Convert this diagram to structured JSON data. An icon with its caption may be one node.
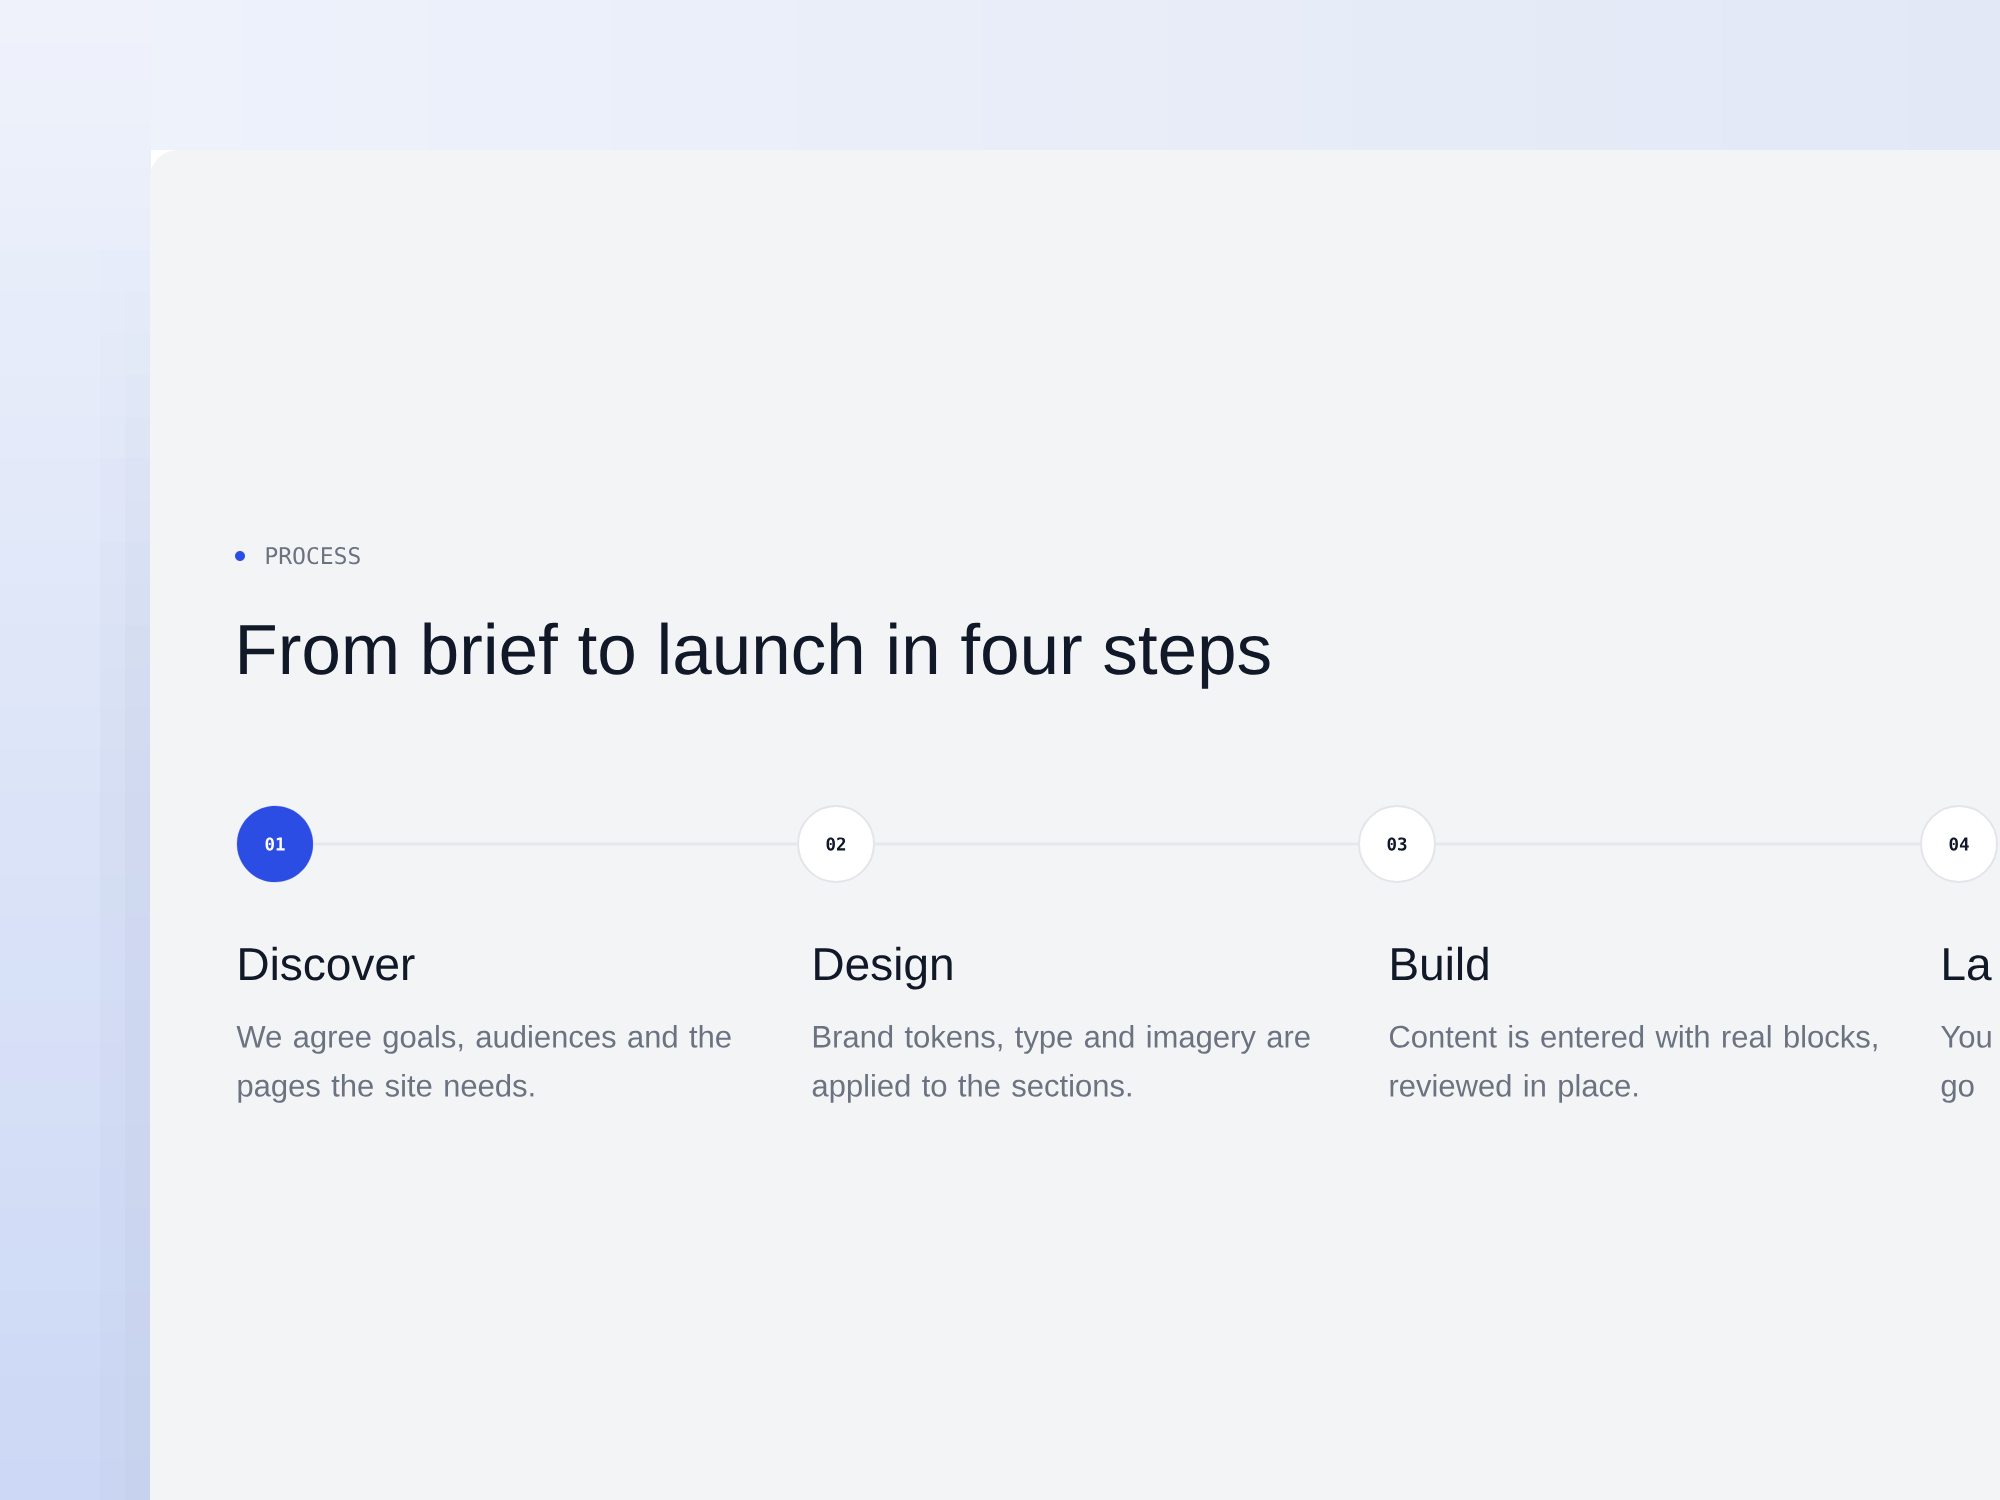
{
  "diagram": {
    "title": "From brief to launch in four steps",
    "nodes": [
      {
        "text": [
          "01"
        ],
        "beside": [
          "Discover",
          "We agree goals, audiences and the pages the site needs."
        ]
      },
      {
        "text": [
          "02"
        ],
        "beside": [
          "Design",
          "Brand tokens, type and imagery are applied to the sections."
        ]
      },
      {
        "text": [
          "03"
        ],
        "beside": [
          "Build",
          "Content is entered with real blocks, reviewed in place."
        ]
      },
      {
        "text": [
          "04"
        ],
        "beside": [
          "La",
          "You go"
        ]
      }
    ],
    "edges": [
      {
        "from": 0,
        "to": 1,
        "arrow": "none"
      },
      {
        "from": 1,
        "to": 2,
        "arrow": "none"
      },
      {
        "from": 2,
        "to": 3,
        "arrow": "none"
      }
    ],
    "labels": [
      "PROCESS"
    ]
  }
}
